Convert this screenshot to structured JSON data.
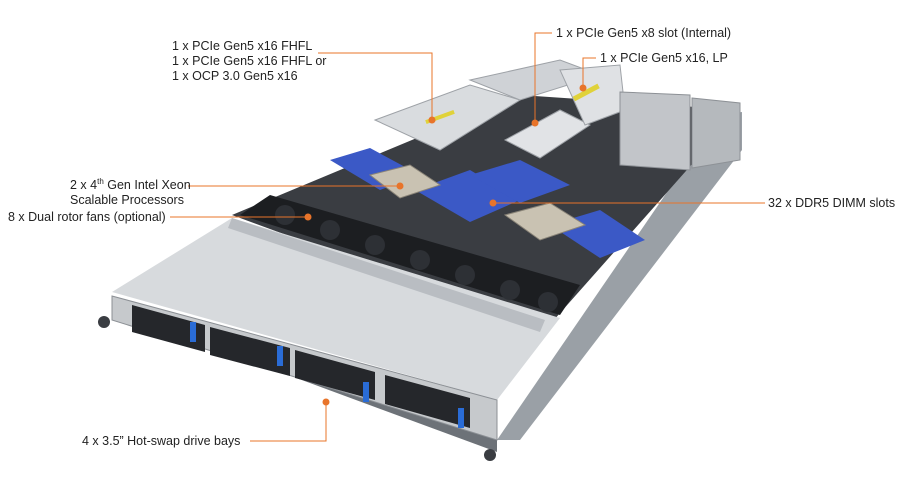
{
  "accent_color": "#e8742a",
  "callouts": {
    "pcie_fhfl_1": "1 x PCIe Gen5 x16 FHFL",
    "pcie_fhfl_2": "1 x PCIe Gen5 x16 FHFL or",
    "ocp": "1 x OCP 3.0 Gen5 x16",
    "pcie_x8_internal": "1 x PCIe Gen5 x8 slot (Internal)",
    "pcie_lp": "1 x PCIe Gen5 x16, LP",
    "cpu_line1_a": "2 x 4",
    "cpu_line1_sup": "th",
    "cpu_line1_b": " Gen Intel Xeon",
    "cpu_line2": "Scalable Processors",
    "fans": "8 x Dual rotor fans (optional)",
    "dimm": "32 x DDR5 DIMM slots",
    "drives": "4 x 3.5” Hot-swap drive bays"
  }
}
